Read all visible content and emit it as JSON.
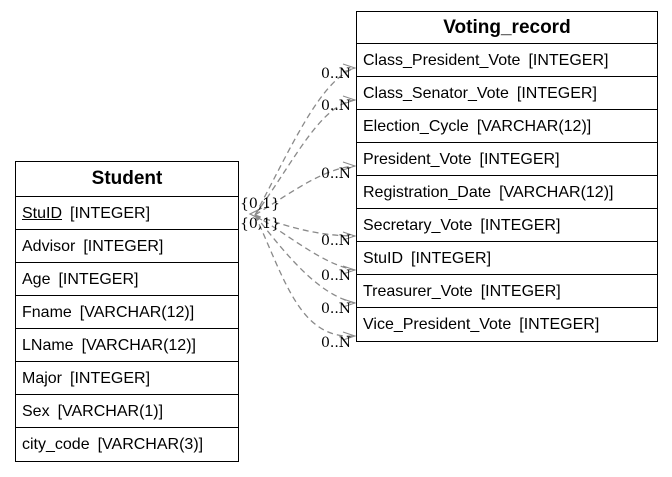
{
  "entities": {
    "student": {
      "title": "Student",
      "attributes": [
        {
          "name": "StuID",
          "type": "[INTEGER]",
          "pk": true
        },
        {
          "name": "Advisor",
          "type": "[INTEGER]"
        },
        {
          "name": "Age",
          "type": "[INTEGER]"
        },
        {
          "name": "Fname",
          "type": "[VARCHAR(12)]"
        },
        {
          "name": "LName",
          "type": "[VARCHAR(12)]"
        },
        {
          "name": "Major",
          "type": "[INTEGER]"
        },
        {
          "name": "Sex",
          "type": "[VARCHAR(1)]"
        },
        {
          "name": "city_code",
          "type": "[VARCHAR(3)]"
        }
      ]
    },
    "voting_record": {
      "title": "Voting_record",
      "attributes": [
        {
          "name": "Class_President_Vote",
          "type": "[INTEGER]"
        },
        {
          "name": "Class_Senator_Vote",
          "type": "[INTEGER]"
        },
        {
          "name": "Election_Cycle",
          "type": "[VARCHAR(12)]"
        },
        {
          "name": "President_Vote",
          "type": "[INTEGER]"
        },
        {
          "name": "Registration_Date",
          "type": "[VARCHAR(12)]"
        },
        {
          "name": "Secretary_Vote",
          "type": "[INTEGER]"
        },
        {
          "name": "StuID",
          "type": "[INTEGER]"
        },
        {
          "name": "Treasurer_Vote",
          "type": "[INTEGER]"
        },
        {
          "name": "Vice_President_Vote",
          "type": "[INTEGER]"
        }
      ]
    }
  },
  "cardinality": {
    "source": "{0,1}",
    "target": "0..N"
  },
  "colors": {
    "line": "#888888",
    "border": "#000000"
  }
}
